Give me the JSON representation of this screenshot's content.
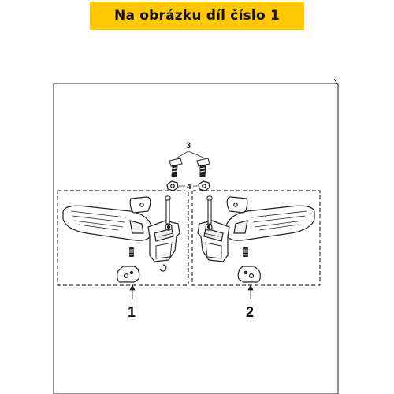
{
  "banner": {
    "text": "Na obrázku díl číslo 1",
    "color": "#ffc800"
  },
  "callouts": {
    "hardware_bolts": "3",
    "hardware_nuts": "4",
    "left_assembly": "1",
    "right_assembly": "2"
  }
}
